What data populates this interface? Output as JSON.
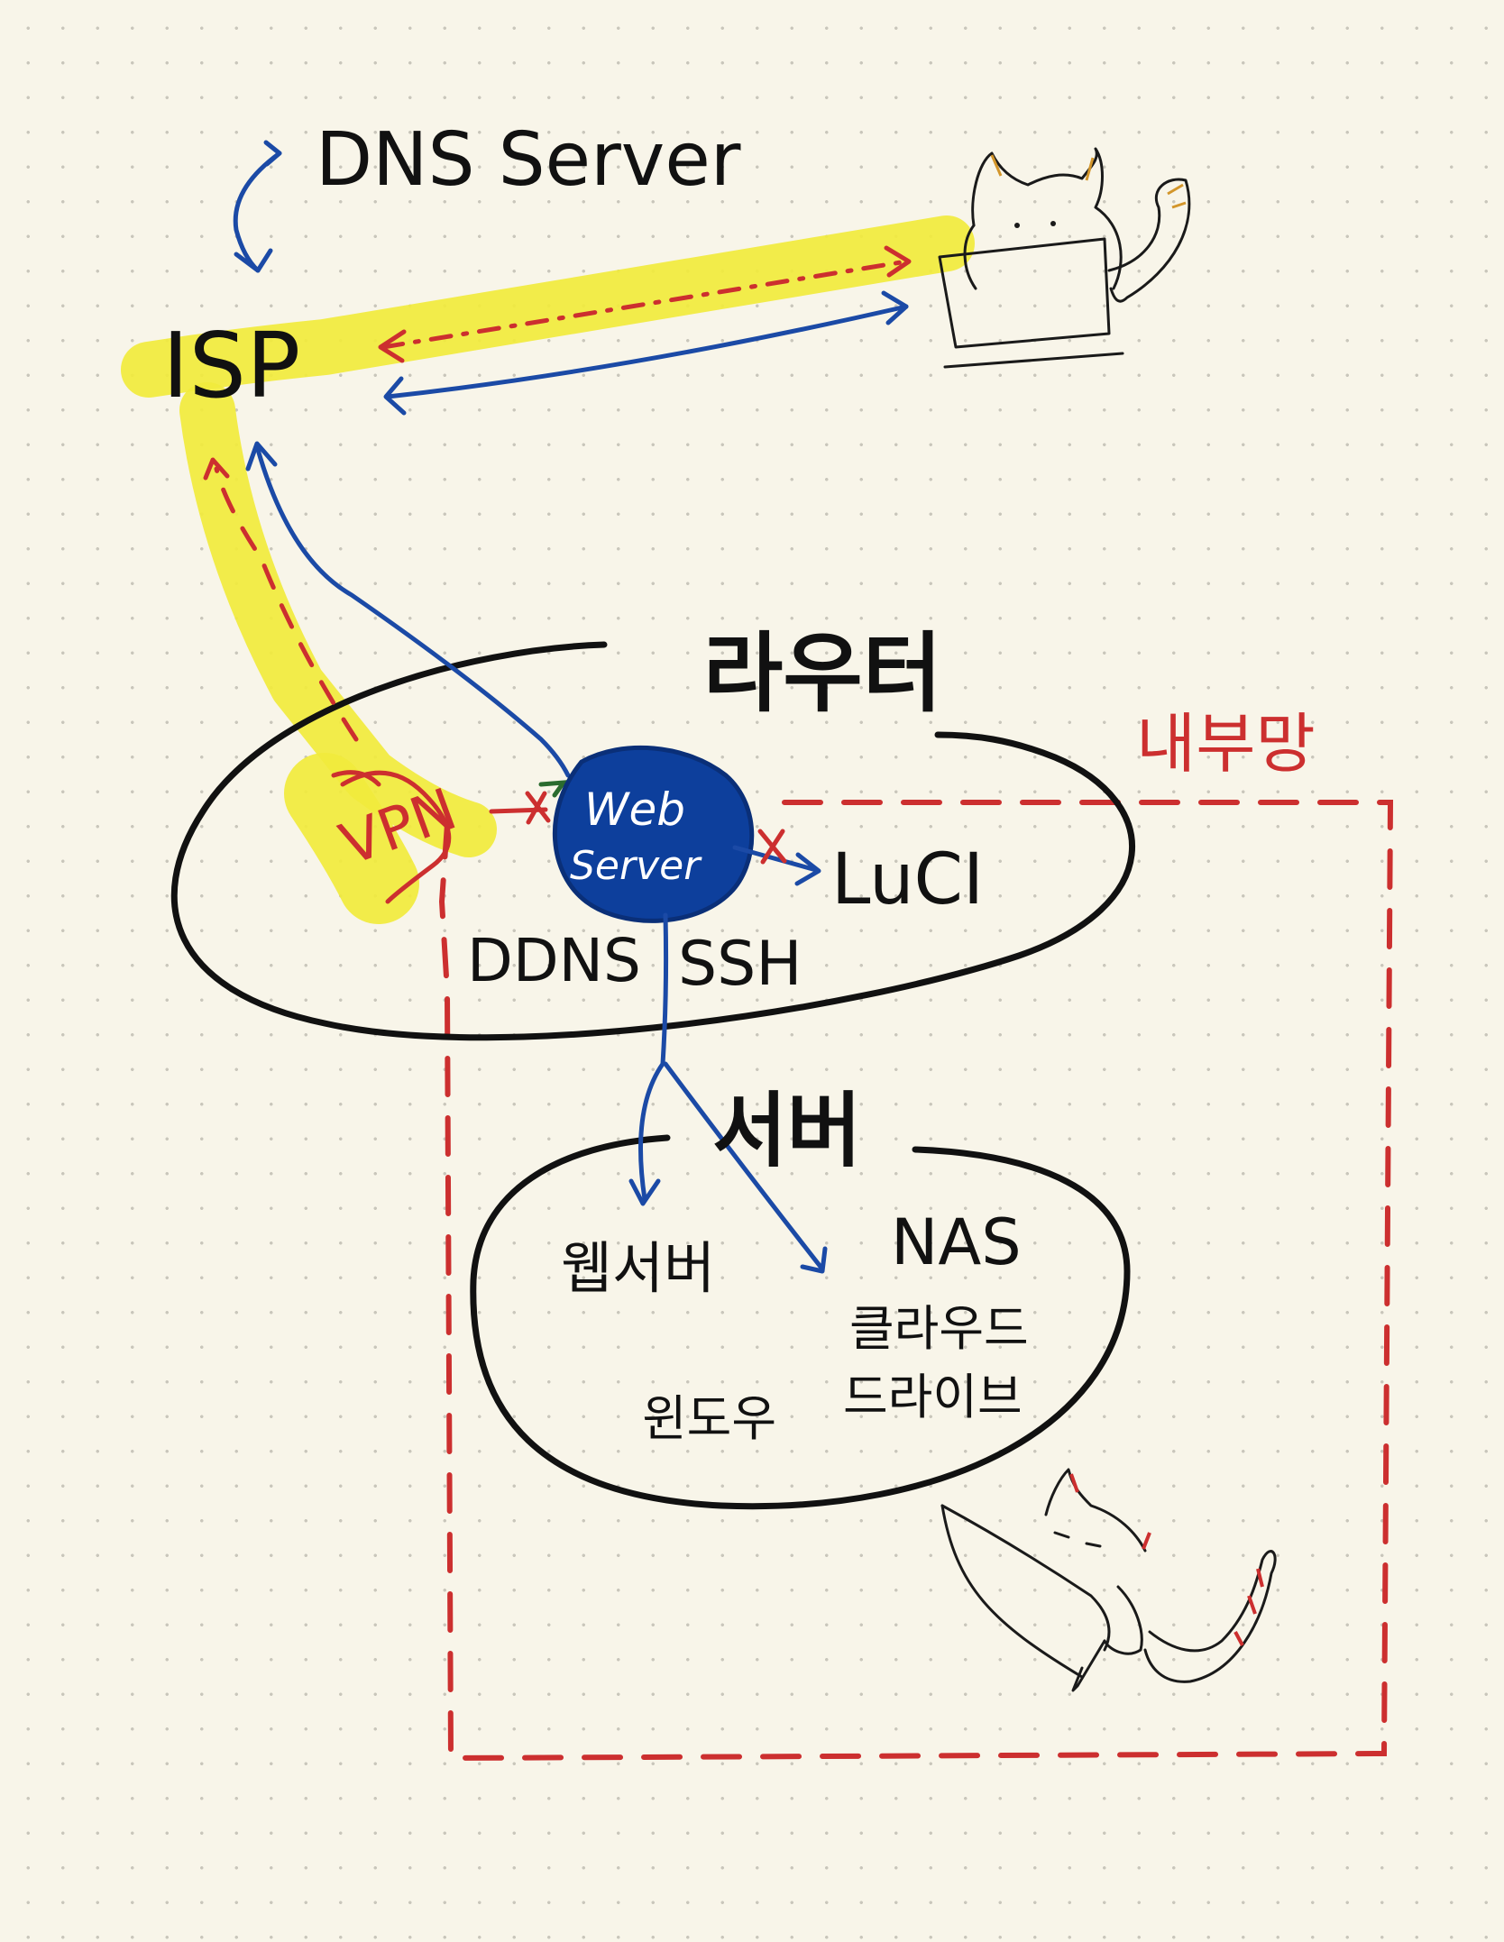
{
  "labels": {
    "dns_server": "DNS Server",
    "isp": "ISP",
    "router": "라우터",
    "internal_network": "내부망",
    "vpn": "VPN",
    "web_server_line1": "Web",
    "web_server_line2": "Server",
    "luci": "LuCI",
    "ddns": "DDNS",
    "ssh": "SSH",
    "server": "서버",
    "web_server_kr": "웹서버",
    "nas": "NAS",
    "cloud_line1": "클라우드",
    "cloud_line2": "드라이브",
    "windows": "윈도우"
  },
  "colors": {
    "ink": "#111111",
    "arrow_blue": "#1b4aa6",
    "dashed_red": "#cc2f2f",
    "highlight_yellow": "#f1ea3c",
    "web_server_fill": "#0d3f9c",
    "paper": "#f8f5e9"
  },
  "icons": [
    "cat-at-laptop-icon",
    "fox-drawing-icon"
  ]
}
